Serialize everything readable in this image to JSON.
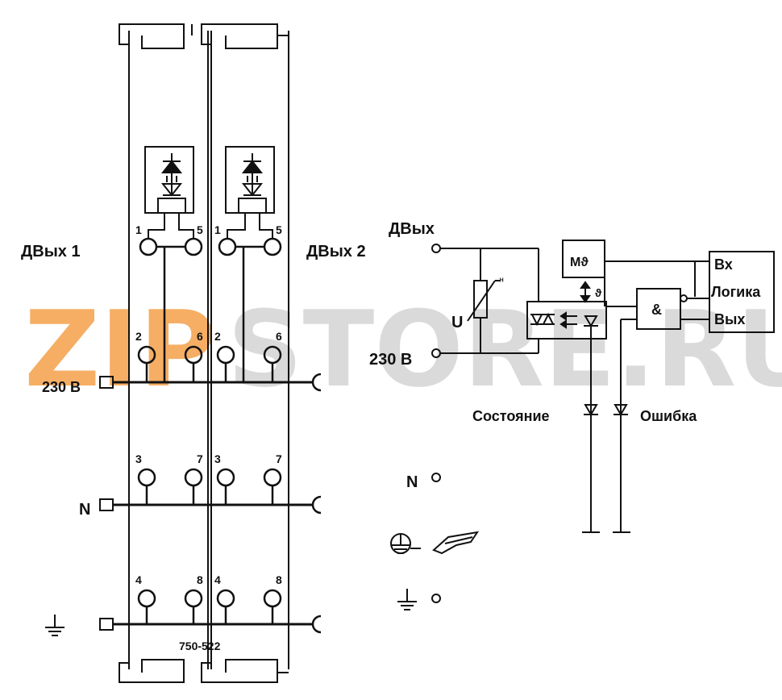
{
  "watermark": {
    "part1": "ZIP",
    "part2": "STORE.RU",
    "color1": "#f4a04a",
    "color2": "#d9d9d9"
  },
  "left": {
    "out1_label": "ДВых 1",
    "out2_label": "ДВых 2",
    "v230_label": "230 В",
    "n_label": "N",
    "model": "750-522",
    "pins": {
      "p1": "1",
      "p5": "5",
      "p1b": "1",
      "p5b": "5",
      "p2": "2",
      "p6": "6",
      "p2b": "2",
      "p6b": "6",
      "p3": "3",
      "p7": "7",
      "p3b": "3",
      "p7b": "7",
      "p4": "4",
      "p8": "8",
      "p4b": "4",
      "p8b": "8"
    }
  },
  "right": {
    "dout_label": "ДВых",
    "v230_label": "230 В",
    "u_label": "U",
    "n_label": "N",
    "mtheta_label": "Mϑ",
    "theta_label": "ϑ",
    "and_label": "&",
    "logic": {
      "in": "Вх",
      "name": "Логика",
      "out": "Вых"
    },
    "status_label": "Состояние",
    "error_label": "Ошибка"
  }
}
